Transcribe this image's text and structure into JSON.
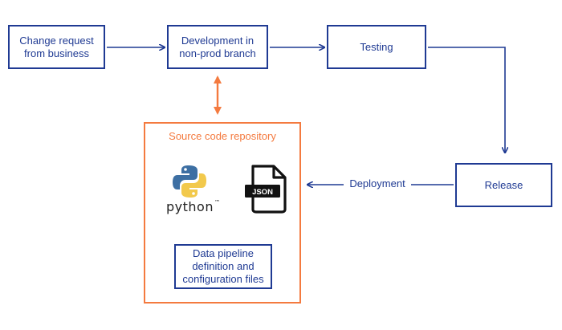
{
  "colors": {
    "primary": "#1f3a93",
    "accent": "#f47a3f",
    "python_blue": "#3d6fa3",
    "python_yellow": "#f2c94c"
  },
  "flow": {
    "change_request": "Change request\nfrom business",
    "development": "Development in\nnon-prod branch",
    "testing": "Testing",
    "release": "Release",
    "deployment_label": "Deployment"
  },
  "repository": {
    "title": "Source code repository",
    "python_logo_text": "python",
    "python_tm": "™",
    "json_label": "JSON",
    "pipeline_box": "Data pipeline\ndefinition and\nconfiguration files"
  },
  "icons": [
    "python-logo-icon",
    "json-file-icon"
  ]
}
